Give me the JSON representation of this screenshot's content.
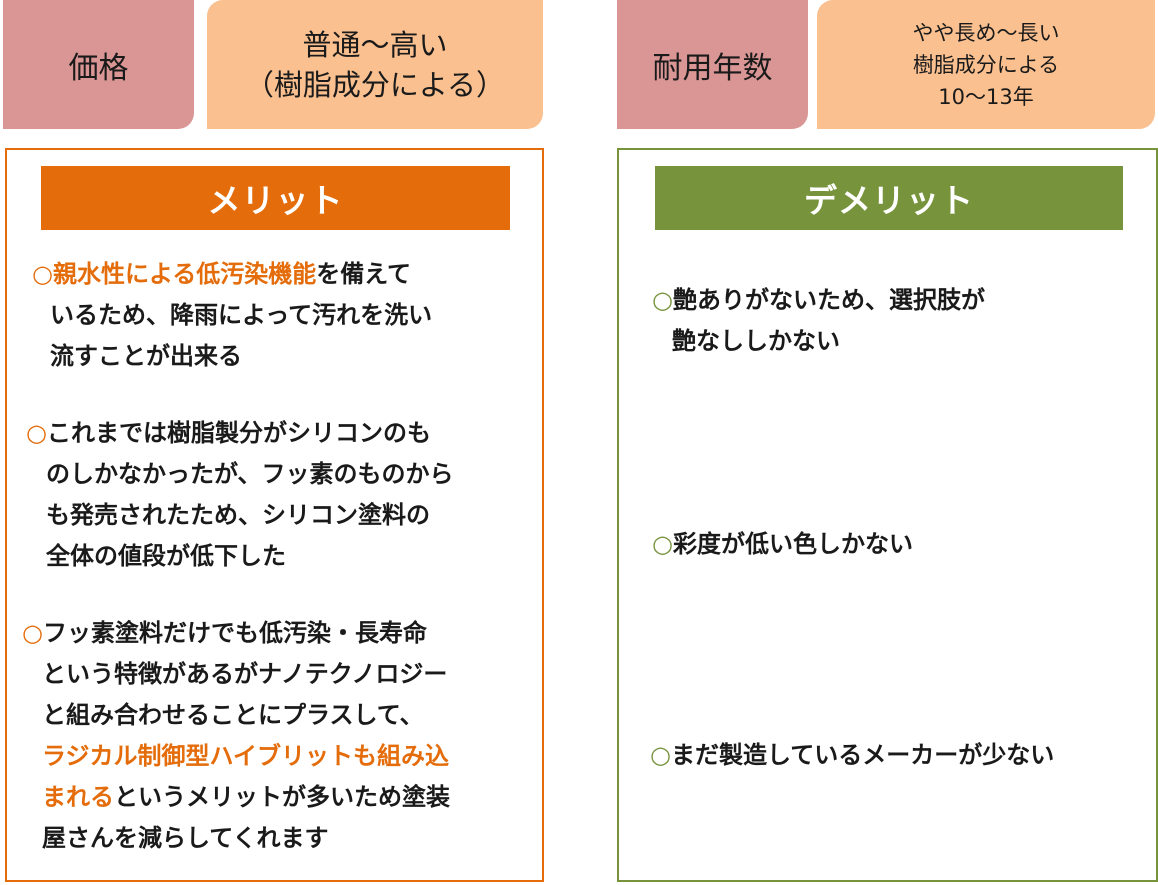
{
  "top": {
    "price_label": "価格",
    "price_value": [
      "普通〜高い",
      "（樹脂成分による）"
    ],
    "durability_label": "耐用年数",
    "durability_value": [
      "やや長め〜長い",
      "樹脂成分による",
      "10〜13年"
    ]
  },
  "merit": {
    "title": "メリット",
    "marker": "○",
    "item1": {
      "hl": "親水性による低汚染機能",
      "rest": "を備えて",
      "l2": "いるため、降雨によって汚れを洗い",
      "l3": "流すことが出来る"
    },
    "item2": {
      "l1": "これまでは樹脂製分がシリコンのも",
      "l2": "のしかなかったが、フッ素のものから",
      "l3": "も発売されたため、シリコン塗料の",
      "l4": "全体の値段が低下した"
    },
    "item3": {
      "l1": "フッ素塗料だけでも低汚染・長寿命",
      "l2": "という特徴があるがナノテクノロジー",
      "l3": "と組み合わせることにプラスして、",
      "hl4": "ラジカル制御型ハイブリットも組み込",
      "hl5": "まれる",
      "rest5": "というメリットが多いため塗装",
      "l6": "屋さんを減らしてくれます"
    },
    "accent": "#e46c0a"
  },
  "demerit": {
    "title": "デメリット",
    "marker": "○",
    "item1": {
      "l1": "艶ありがないため、選択肢が",
      "l2": "艶なししかない"
    },
    "item2": {
      "l1": "彩度が低い色しかない"
    },
    "item3": {
      "l1": "まだ製造しているメーカーが少ない"
    },
    "accent": "#77933c"
  }
}
